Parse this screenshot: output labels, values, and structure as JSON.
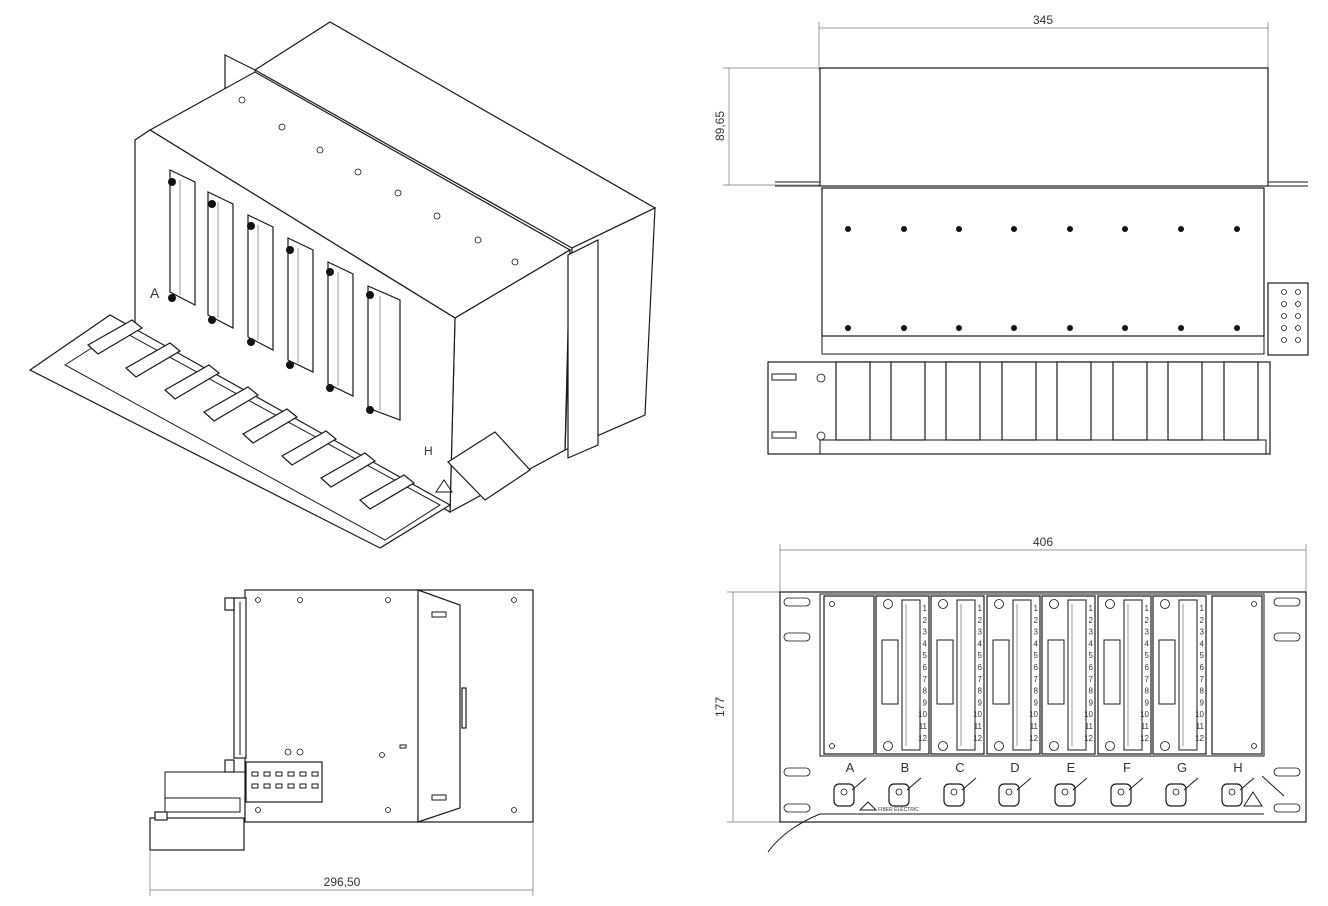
{
  "drawing": {
    "views": [
      {
        "id": "isometric",
        "label": ""
      },
      {
        "id": "top",
        "label": ""
      },
      {
        "id": "side",
        "label": ""
      },
      {
        "id": "front",
        "label": ""
      }
    ],
    "dimensions": {
      "top_width": "345",
      "top_depth": "89,65",
      "front_width": "406",
      "front_height": "177",
      "side_depth": "296,50"
    },
    "slot_letters": [
      "A",
      "B",
      "C",
      "D",
      "E",
      "F",
      "G",
      "H"
    ],
    "port_numbers": [
      "1",
      "2",
      "3",
      "4",
      "5",
      "6",
      "7",
      "8",
      "9",
      "10",
      "11",
      "12"
    ],
    "iso_label_a": "A",
    "iso_label_h": "H",
    "logo_text": "FIBER ELECTRIC",
    "colors": {
      "line": "#1a1a1a",
      "dimension": "#777777",
      "background": "#ffffff"
    }
  }
}
